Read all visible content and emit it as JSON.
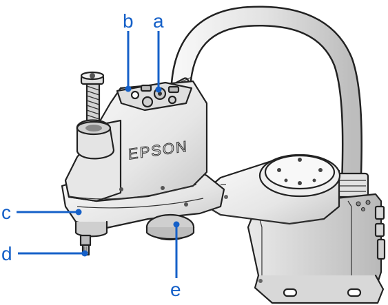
{
  "brand": "EPSON",
  "callouts": {
    "a": "a",
    "b": "b",
    "c": "c",
    "d": "d",
    "e": "e"
  },
  "colors": {
    "callout": "#1560c8",
    "outline": "#222222",
    "body_light": "#f4f4f4",
    "body_shade": "#cfcfcf",
    "body_dark": "#a8a8a8"
  }
}
